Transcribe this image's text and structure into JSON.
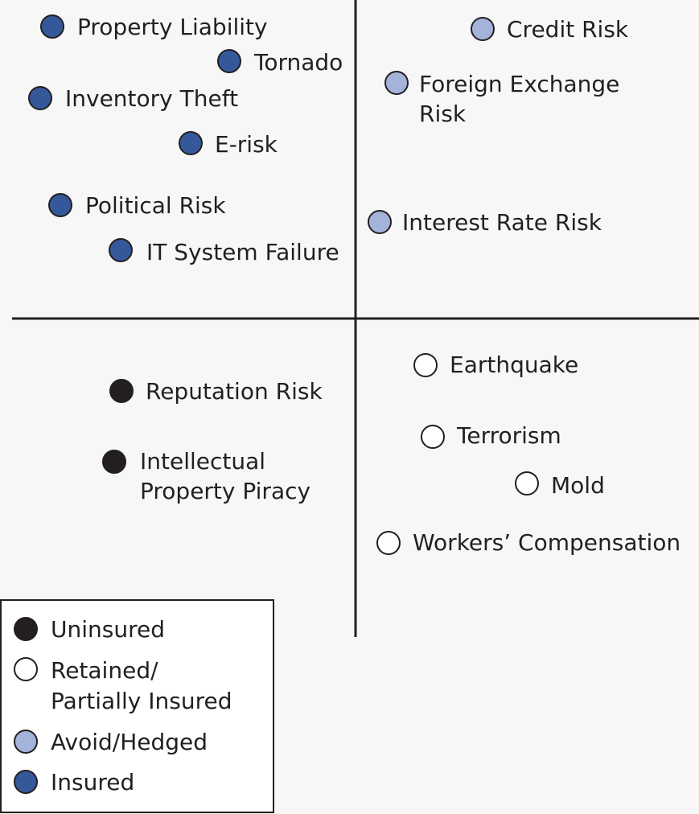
{
  "colors": {
    "uninsured": "#231f20",
    "retained": "#ffffff",
    "avoid_hedged": "#a3b3da",
    "insured": "#35589a",
    "line": "#231f20",
    "background": "#f7f7f7"
  },
  "categories": {
    "uninsured": "Uninsured",
    "retained": [
      "Retained/",
      "Partially Insured"
    ],
    "avoid_hedged": "Avoid/Hedged",
    "insured": "Insured"
  },
  "risks": {
    "property_liability": {
      "label": [
        "Property Liability"
      ],
      "category": "insured",
      "quadrant": "top-left"
    },
    "tornado": {
      "label": [
        "Tornado"
      ],
      "category": "insured",
      "quadrant": "top-left"
    },
    "inventory_theft": {
      "label": [
        "Inventory Theft"
      ],
      "category": "insured",
      "quadrant": "top-left"
    },
    "e_risk": {
      "label": [
        "E-risk"
      ],
      "category": "insured",
      "quadrant": "top-left"
    },
    "political_risk": {
      "label": [
        "Political Risk"
      ],
      "category": "insured",
      "quadrant": "top-left"
    },
    "it_system_failure": {
      "label": [
        "IT System Failure"
      ],
      "category": "insured",
      "quadrant": "top-left"
    },
    "credit_risk": {
      "label": [
        "Credit Risk"
      ],
      "category": "avoid_hedged",
      "quadrant": "top-right"
    },
    "foreign_exchange_risk": {
      "label": [
        "Foreign Exchange",
        "Risk"
      ],
      "category": "avoid_hedged",
      "quadrant": "top-right"
    },
    "interest_rate_risk": {
      "label": [
        "Interest Rate Risk"
      ],
      "category": "avoid_hedged",
      "quadrant": "top-right"
    },
    "reputation_risk": {
      "label": [
        "Reputation Risk"
      ],
      "category": "uninsured",
      "quadrant": "bottom-left"
    },
    "ip_piracy": {
      "label": [
        "Intellectual",
        "Property Piracy"
      ],
      "category": "uninsured",
      "quadrant": "bottom-left"
    },
    "earthquake": {
      "label": [
        "Earthquake"
      ],
      "category": "retained",
      "quadrant": "bottom-right"
    },
    "terrorism": {
      "label": [
        "Terrorism"
      ],
      "category": "retained",
      "quadrant": "bottom-right"
    },
    "mold": {
      "label": [
        "Mold"
      ],
      "category": "retained",
      "quadrant": "bottom-right"
    },
    "workers_compensation": {
      "label": [
        "Workers’ Compensation"
      ],
      "category": "retained",
      "quadrant": "bottom-right"
    }
  }
}
